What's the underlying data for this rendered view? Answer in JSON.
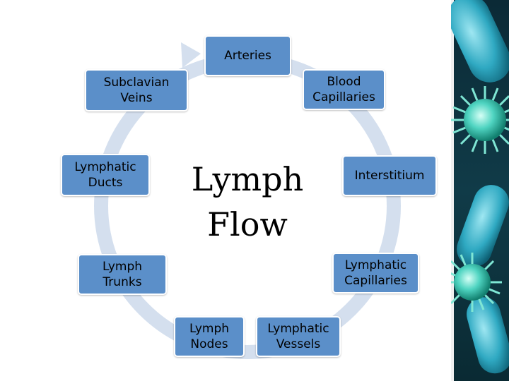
{
  "diagram": {
    "center_title": "Lymph\nFlow",
    "nodes": [
      {
        "id": "arteries",
        "label": "Arteries"
      },
      {
        "id": "blood-capillaries",
        "label": "Blood\nCapillaries"
      },
      {
        "id": "interstitium",
        "label": "Interstitium"
      },
      {
        "id": "lymphatic-capillaries",
        "label": "Lymphatic\nCapillaries"
      },
      {
        "id": "lymphatic-vessels",
        "label": "Lymphatic\nVessels"
      },
      {
        "id": "lymph-nodes",
        "label": "Lymph\nNodes"
      },
      {
        "id": "lymph-trunks",
        "label": "Lymph\nTrunks"
      },
      {
        "id": "lymphatic-ducts",
        "label": "Lymphatic\nDucts"
      },
      {
        "id": "subclavian-veins",
        "label": "Subclavian\nVeins"
      }
    ]
  },
  "colors": {
    "node_fill": "#5b8fc9",
    "cycle_arrow": "#d4dfee",
    "background_panel": "#0c3140"
  },
  "decoration": {
    "right_panel_image": "bacteria-and-virus-illustration"
  }
}
